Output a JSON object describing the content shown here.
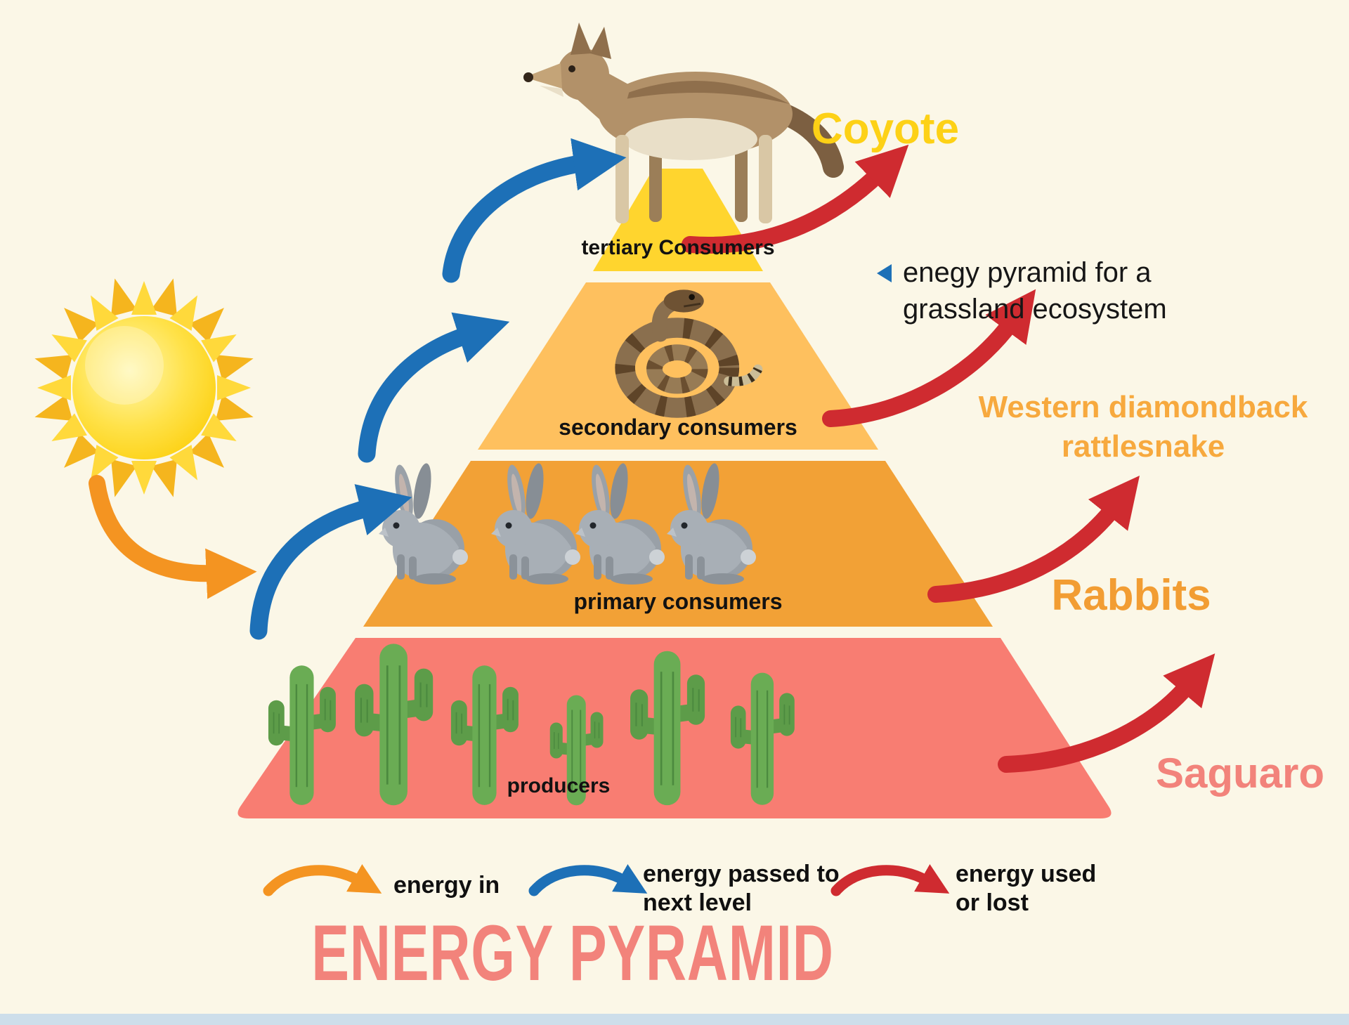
{
  "title": "ENERGY PYRAMID",
  "pyramid": {
    "levels": [
      {
        "id": "tertiary",
        "label": "tertiary Consumers",
        "color": "#ffd52e",
        "organism": "coyote",
        "organism_count": 1
      },
      {
        "id": "secondary",
        "label": "secondary consumers",
        "color": "#fec05e",
        "organism": "western-diamondback-rattlesnake",
        "organism_count": 1
      },
      {
        "id": "primary",
        "label": "primary consumers",
        "color": "#f2a136",
        "organism": "rabbit",
        "organism_count": 4
      },
      {
        "id": "producers",
        "label": "producers",
        "color": "#f87d72",
        "organism": "saguaro-cactus",
        "organism_count": 6
      }
    ]
  },
  "annotations": {
    "coyote": {
      "text": "Coyote",
      "color": "#fdd116"
    },
    "description": {
      "lines": [
        "enegy pyramid for a",
        "grassland ecosystem"
      ],
      "color": "#161616"
    },
    "rattlesnake": {
      "lines": [
        "Western diamondback",
        "rattlesnake"
      ],
      "color": "#f7a93e"
    },
    "rabbits": {
      "text": "Rabbits",
      "color": "#f29d33"
    },
    "saguaro": {
      "text": "Saguaro",
      "color": "#f2837b"
    }
  },
  "legend": {
    "energy_in": {
      "label": "energy in",
      "arrow_color": "#f49421"
    },
    "energy_passed": {
      "lines": [
        "energy passed to",
        "next level"
      ],
      "arrow_color": "#1d70b7"
    },
    "energy_lost": {
      "lines": [
        "energy used",
        "or lost"
      ],
      "arrow_color": "#cf2b30"
    }
  },
  "icons": {
    "sun": "sun-icon",
    "coyote": "coyote-illustration",
    "rattlesnake": "rattlesnake-illustration",
    "rabbit": "rabbit-illustration",
    "cactus": "cactus-illustration",
    "left_triangle": "left-triangle-icon",
    "energy_in_arrow": "energy-in-arrow",
    "energy_up_arrow": "energy-up-arrow",
    "energy_lost_arrow": "energy-lost-arrow"
  },
  "colors": {
    "background": "#fbf7e7",
    "title": "#f2837b",
    "arrow_energy_in": "#f49421",
    "arrow_energy_passed": "#1d70b7",
    "arrow_energy_lost": "#cf2b30",
    "bottom_strip": "#cddeea"
  }
}
